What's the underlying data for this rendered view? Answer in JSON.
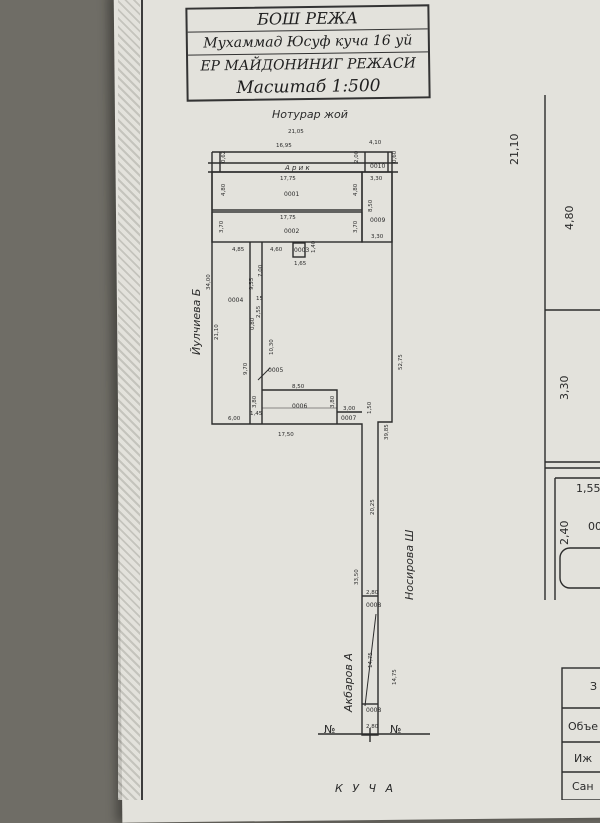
{
  "title": {
    "line1": "БОШ РЕЖА",
    "line2": "Мухаммад Юсуф куча 16 уй",
    "line3": "ЕР МАЙДОНИНИГ РЕЖАСИ",
    "line4": "Масштаб 1:500"
  },
  "neighbors": {
    "top": "Нотурар жой",
    "left": "Йулчиева Б",
    "right": "Носирова Ш",
    "bottom_left": "Акбаров А",
    "street": "К У Ч А",
    "marker_left": "№",
    "marker_right": "№"
  },
  "dimensions": {
    "top_total": "21,05",
    "top_a": "16,95",
    "top_b": "4,10",
    "aryk": "А р и к",
    "d_062": "0,62",
    "d_200": "2,00",
    "d_060": "0,60",
    "d_1775a": "17,75",
    "d_330a": "3,30",
    "d_480a": "4,80",
    "d_480b": "4,80",
    "d_850": "8,50",
    "d_1775b": "17,75",
    "d_370a": "3,70",
    "d_370b": "3,70",
    "d_330b": "3,30",
    "d_485": "4,85",
    "d_460": "4,60",
    "d_140": "1,40",
    "d_165": "1,65",
    "d_2110": "21,10",
    "d_3400": "34,00",
    "d_700": "7,00",
    "d_955": "9,55",
    "d_15": "15",
    "d_255": "2,55",
    "d_080": "0,80",
    "d_1030": "10,30",
    "d_970": "9,70",
    "d_850b": "8,50",
    "d_380a": "3,80",
    "d_380b": "3,80",
    "d_300": "3,00",
    "d_145": "1,45",
    "d_600": "6,00",
    "d_150": "1,50",
    "d_1750": "17,50",
    "d_3985": "39,85",
    "d_5275": "52,75",
    "d_2025": "20,25",
    "d_3350": "33,50",
    "d_280a": "2,80",
    "d_1475a": "14,75",
    "d_1475b": "14,75",
    "d_280b": "2,80"
  },
  "zones": {
    "z0010": "0010",
    "z0001": "0001",
    "z0009": "0009",
    "z0002": "0002",
    "z0003": "0003",
    "z0004": "0004",
    "z0005": "0005",
    "z0006": "0006",
    "z0007": "0007",
    "z0008a": "0008",
    "z0008b": "0008"
  },
  "right_panel": {
    "d_2110": "21,10",
    "d_480": "4,80",
    "d_330": "3,30",
    "d_155": "1,55",
    "d_240": "2,40",
    "z_00": "00",
    "row_z": "З",
    "row_obe": "Объе",
    "row_izh": "Иж",
    "row_san": "Сан"
  }
}
